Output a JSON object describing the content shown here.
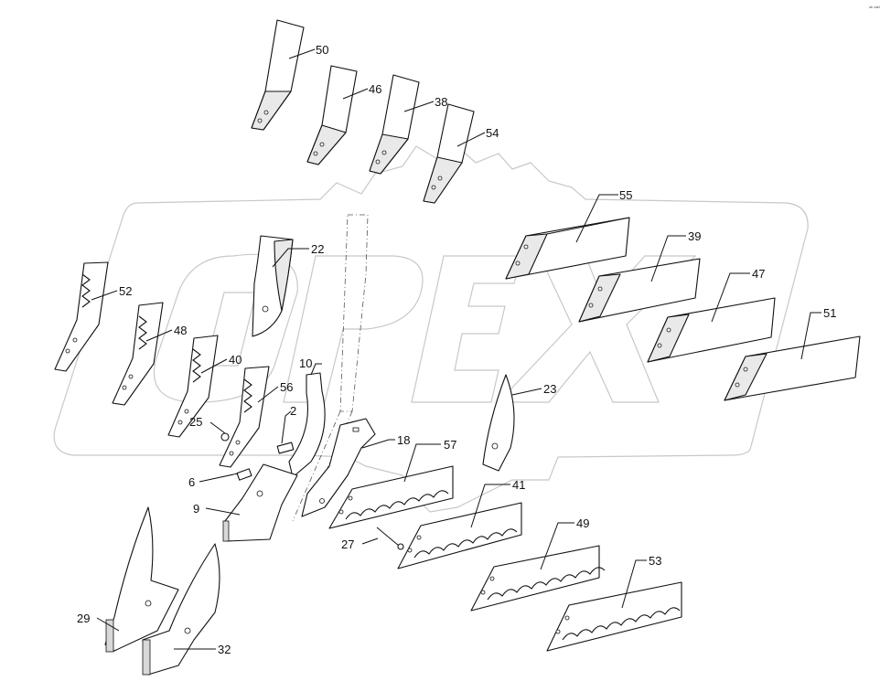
{
  "diagram": {
    "watermark": "OPEX",
    "corner_mark": "ᵃᵇ ᶜᵈᵉᶠ",
    "callouts": [
      {
        "id": "50",
        "label": "50"
      },
      {
        "id": "46",
        "label": "46"
      },
      {
        "id": "38",
        "label": "38"
      },
      {
        "id": "54",
        "label": "54"
      },
      {
        "id": "55",
        "label": "55"
      },
      {
        "id": "39",
        "label": "39"
      },
      {
        "id": "47",
        "label": "47"
      },
      {
        "id": "51",
        "label": "51"
      },
      {
        "id": "22",
        "label": "22"
      },
      {
        "id": "52",
        "label": "52"
      },
      {
        "id": "48",
        "label": "48"
      },
      {
        "id": "40",
        "label": "40"
      },
      {
        "id": "10",
        "label": "10"
      },
      {
        "id": "56",
        "label": "56"
      },
      {
        "id": "25",
        "label": "25"
      },
      {
        "id": "2",
        "label": "2"
      },
      {
        "id": "18",
        "label": "18"
      },
      {
        "id": "57",
        "label": "57"
      },
      {
        "id": "23",
        "label": "23"
      },
      {
        "id": "6",
        "label": "6"
      },
      {
        "id": "9",
        "label": "9"
      },
      {
        "id": "41",
        "label": "41"
      },
      {
        "id": "27",
        "label": "27"
      },
      {
        "id": "49",
        "label": "49"
      },
      {
        "id": "53",
        "label": "53"
      },
      {
        "id": "29",
        "label": "29"
      },
      {
        "id": "32",
        "label": "32"
      }
    ]
  }
}
